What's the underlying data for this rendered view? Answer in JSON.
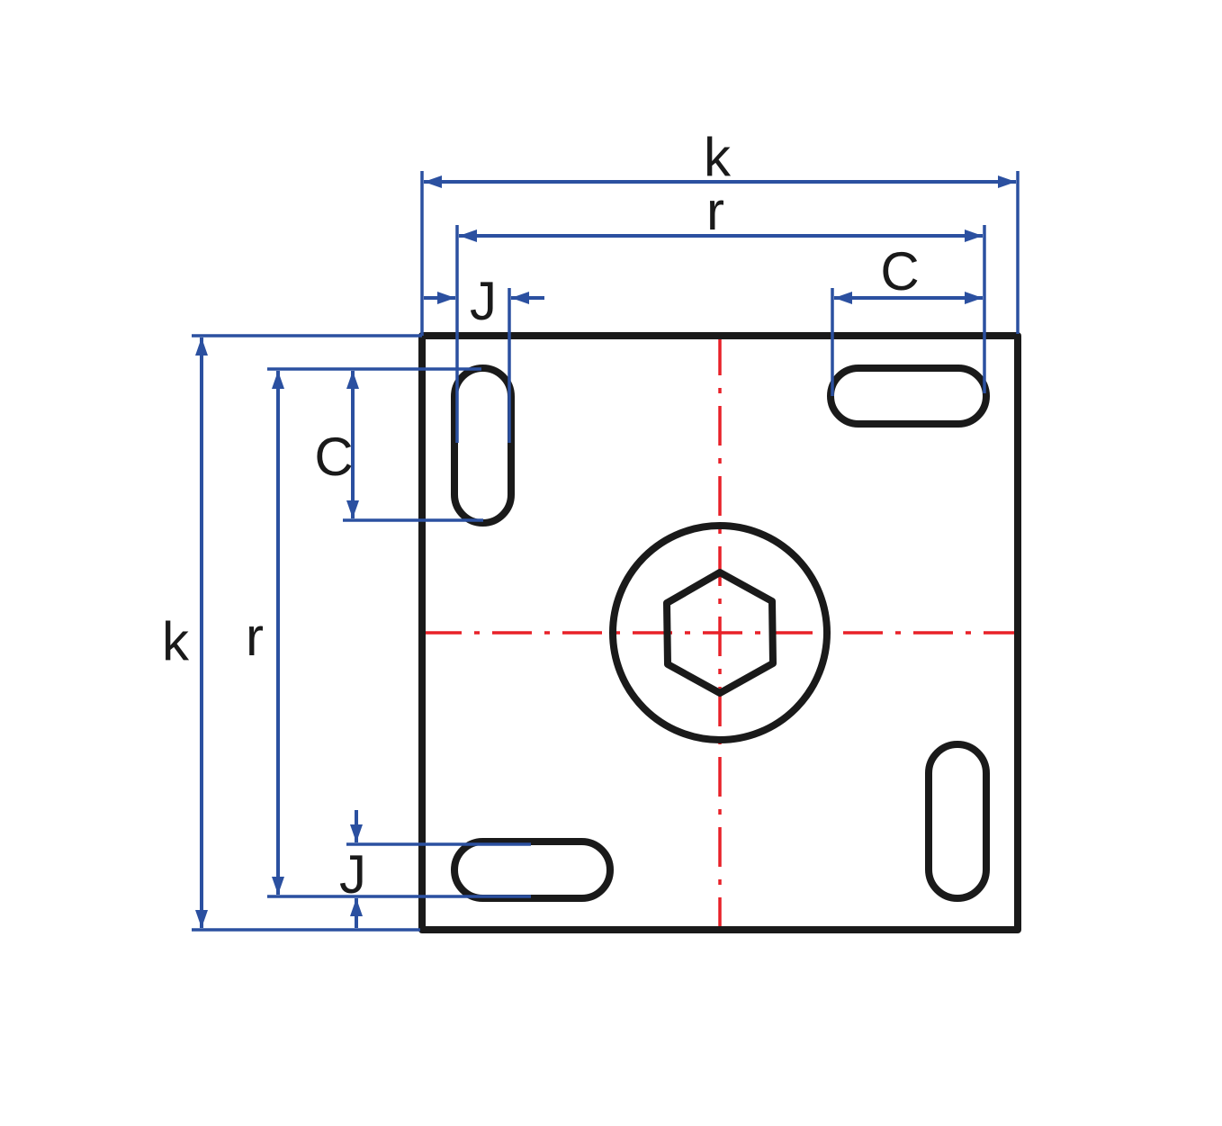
{
  "colors": {
    "dimension": "#2b50a0",
    "part_outline": "#1a1a1a",
    "centerline": "#e82028"
  },
  "labels": {
    "top_overall": "k",
    "top_slot_pitch": "r",
    "top_slot_length": "C",
    "top_slot_width": "J",
    "left_overall": "k",
    "left_slot_pitch": "r",
    "left_slot_length": "C",
    "left_slot_width": "J"
  }
}
